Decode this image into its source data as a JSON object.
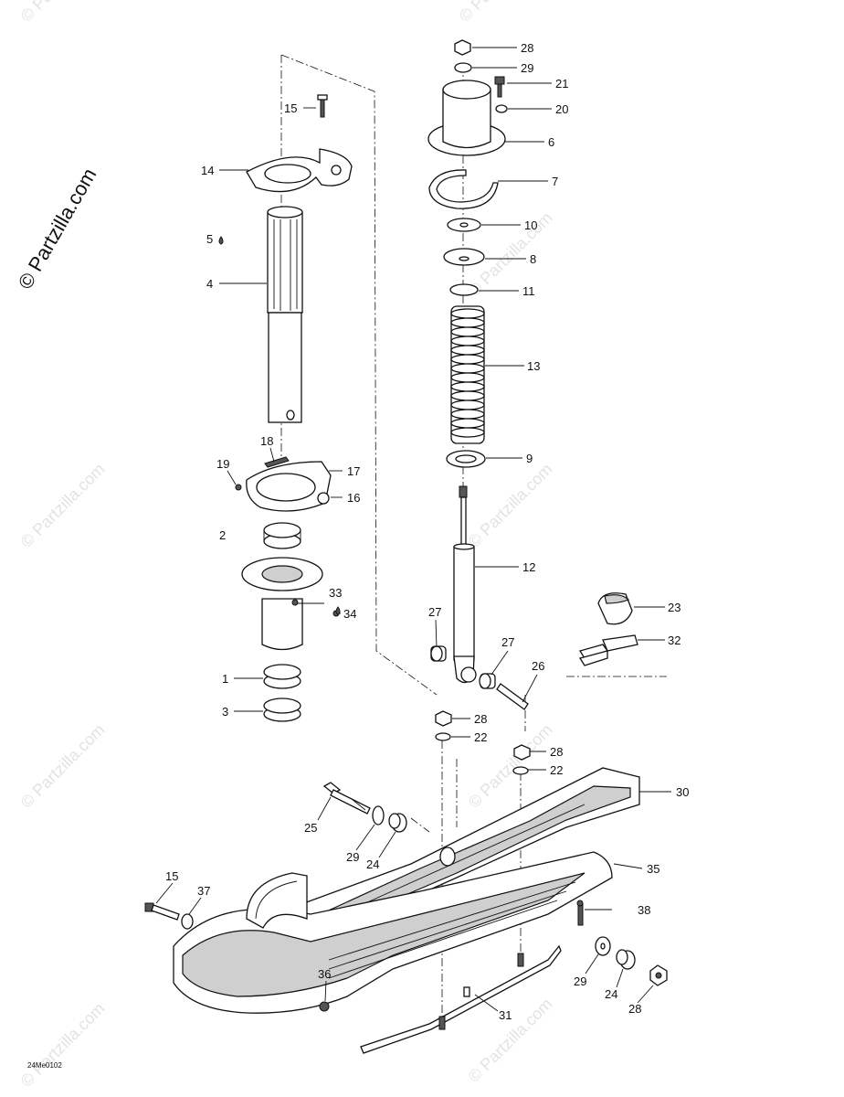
{
  "brand": "© Partzilla.com",
  "watermark": "© Partzilla.com",
  "diagram_code": "24Me0102",
  "callouts": [
    {
      "id": "c28a",
      "text": "28"
    },
    {
      "id": "c29a",
      "text": "29"
    },
    {
      "id": "c21",
      "text": "21"
    },
    {
      "id": "c20",
      "text": "20"
    },
    {
      "id": "c6",
      "text": "6"
    },
    {
      "id": "c7",
      "text": "7"
    },
    {
      "id": "c10",
      "text": "10"
    },
    {
      "id": "c8",
      "text": "8"
    },
    {
      "id": "c11",
      "text": "11"
    },
    {
      "id": "c13",
      "text": "13"
    },
    {
      "id": "c9",
      "text": "9"
    },
    {
      "id": "c12",
      "text": "12"
    },
    {
      "id": "c15a",
      "text": "15"
    },
    {
      "id": "c14",
      "text": "14"
    },
    {
      "id": "c5",
      "text": "5"
    },
    {
      "id": "c4",
      "text": "4"
    },
    {
      "id": "c18",
      "text": "18"
    },
    {
      "id": "c19",
      "text": "19"
    },
    {
      "id": "c17",
      "text": "17"
    },
    {
      "id": "c16",
      "text": "16"
    },
    {
      "id": "c2",
      "text": "2"
    },
    {
      "id": "c33",
      "text": "33"
    },
    {
      "id": "c34",
      "text": "34"
    },
    {
      "id": "c1",
      "text": "1"
    },
    {
      "id": "c3",
      "text": "3"
    },
    {
      "id": "c23",
      "text": "23"
    },
    {
      "id": "c32",
      "text": "32"
    },
    {
      "id": "c27a",
      "text": "27"
    },
    {
      "id": "c27b",
      "text": "27"
    },
    {
      "id": "c26",
      "text": "26"
    },
    {
      "id": "c28b",
      "text": "28"
    },
    {
      "id": "c22a",
      "text": "22"
    },
    {
      "id": "c28c",
      "text": "28"
    },
    {
      "id": "c22b",
      "text": "22"
    },
    {
      "id": "c30",
      "text": "30"
    },
    {
      "id": "c25",
      "text": "25"
    },
    {
      "id": "c29b",
      "text": "29"
    },
    {
      "id": "c24a",
      "text": "24"
    },
    {
      "id": "c35",
      "text": "35"
    },
    {
      "id": "c15b",
      "text": "15"
    },
    {
      "id": "c37",
      "text": "37"
    },
    {
      "id": "c38",
      "text": "38"
    },
    {
      "id": "c36",
      "text": "36"
    },
    {
      "id": "c29c",
      "text": "29"
    },
    {
      "id": "c24b",
      "text": "24"
    },
    {
      "id": "c28d",
      "text": "28"
    },
    {
      "id": "c31",
      "text": "31"
    }
  ]
}
